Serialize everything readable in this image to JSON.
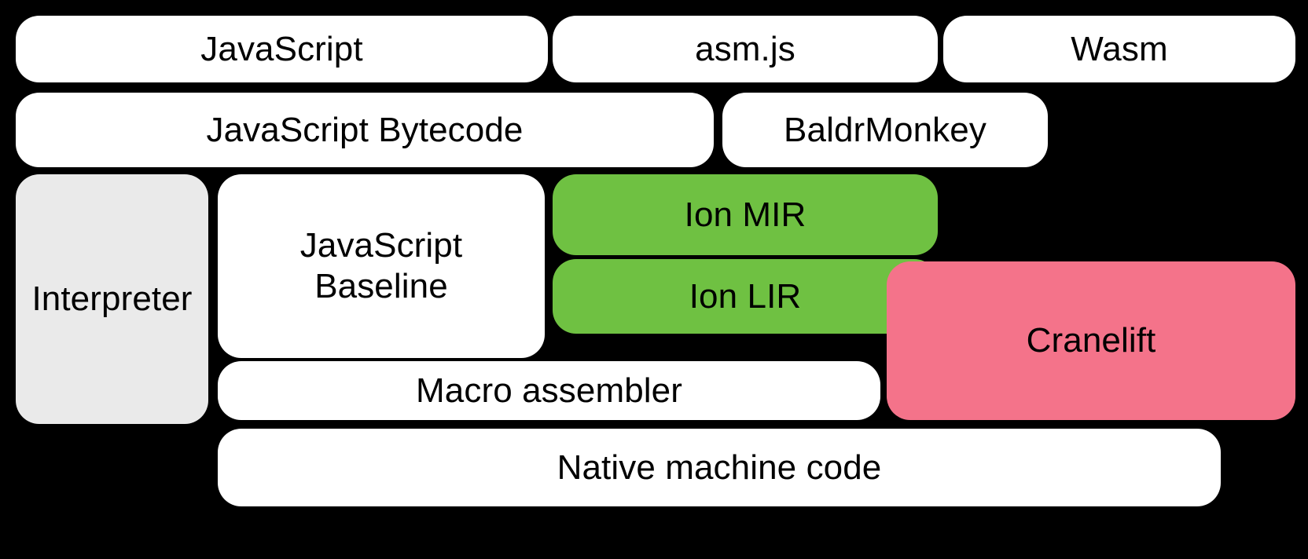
{
  "diagram": {
    "title": "SpiderMonkey JavaScript / WebAssembly compilation pipeline",
    "background_color": "#000000",
    "palette": {
      "white": "#ffffff",
      "gray": "#eaeaea",
      "green": "#6fc142",
      "pink": "#f4738a",
      "text": "#000000"
    },
    "nodes": {
      "javascript": {
        "label": "JavaScript",
        "color": "#ffffff"
      },
      "asmjs": {
        "label": "asm.js",
        "color": "#ffffff"
      },
      "wasm": {
        "label": "Wasm",
        "color": "#ffffff"
      },
      "jsbytecode": {
        "label": "JavaScript Bytecode",
        "color": "#ffffff"
      },
      "baldrmonkey": {
        "label": "BaldrMonkey",
        "color": "#ffffff"
      },
      "interpreter": {
        "label": "Interpreter",
        "color": "#eaeaea"
      },
      "jsbaseline": {
        "label": "JavaScript\nBaseline",
        "color": "#ffffff"
      },
      "ionmir": {
        "label": "Ion MIR",
        "color": "#6fc142"
      },
      "ionlir": {
        "label": "Ion LIR",
        "color": "#6fc142"
      },
      "cranelift": {
        "label": "Cranelift",
        "color": "#f4738a"
      },
      "macroassembler": {
        "label": "Macro assembler",
        "color": "#ffffff"
      },
      "nativemachine": {
        "label": "Native machine code",
        "color": "#ffffff"
      }
    }
  }
}
